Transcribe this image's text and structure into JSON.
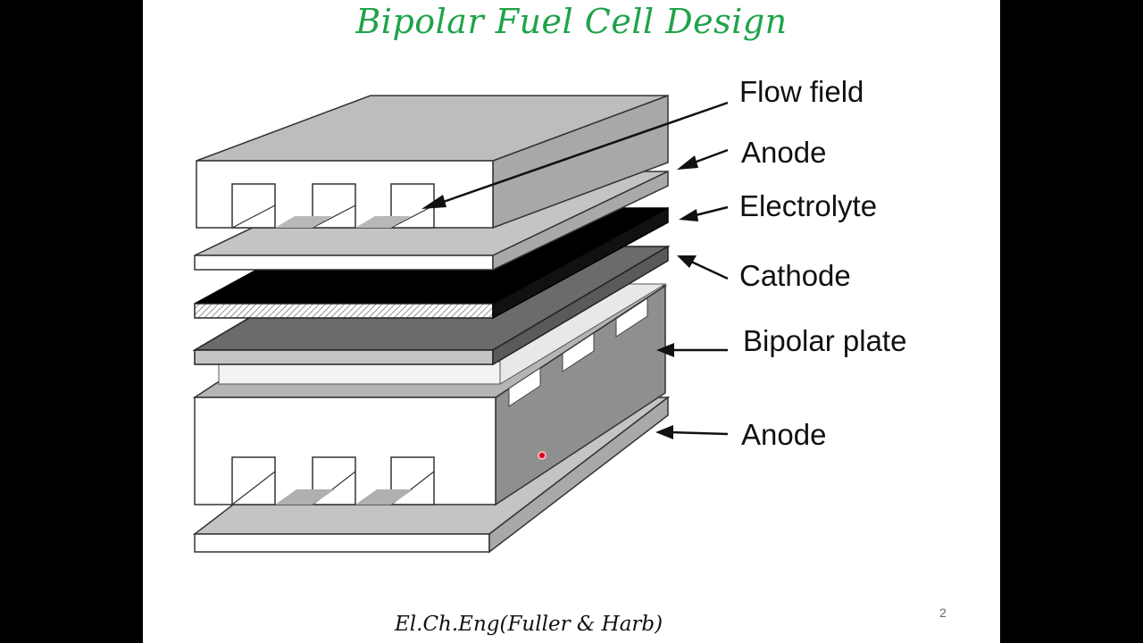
{
  "slide": {
    "title": "Bipolar Fuel Cell Design",
    "footer": "El.Ch.Eng(Fuller & Harb)",
    "page_number": "2"
  },
  "diagram": {
    "labels": {
      "flow_field": "Flow field",
      "anode_top": "Anode",
      "electrolyte": "Electrolyte",
      "cathode": "Cathode",
      "bipolar_plate": "Bipolar plate",
      "anode_bottom": "Anode"
    },
    "colors": {
      "title": "#1fa34a",
      "plate_top_face": "#bdbdbd",
      "plate_front_face": "#ffffff",
      "plate_side_face": "#a6a6a6",
      "electrolyte_top": "#000000",
      "cathode_top": "#6b6b6b",
      "outline": "#222222",
      "pointer_dot": "#d0021b"
    }
  }
}
